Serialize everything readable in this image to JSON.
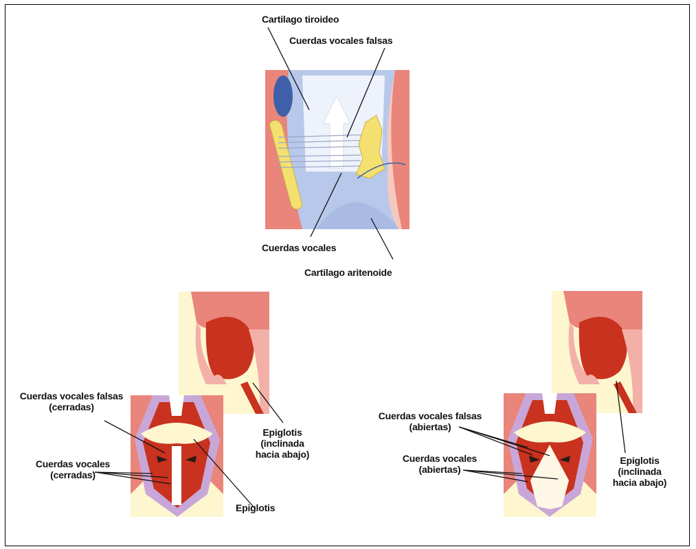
{
  "top_diagram": {
    "labels": {
      "thyroid_cartilage": "Cartilago tiroideo",
      "false_vocal_cords": "Cuerdas vocales falsas",
      "vocal_cords": "Cuerdas vocales",
      "arytenoid_cartilage": "Cartilago aritenoide"
    }
  },
  "left_diagram": {
    "labels": {
      "false_vocal_cords": "Cuerdas vocales falsas",
      "false_vocal_cords_state": "(cerradas)",
      "vocal_cords": "Cuerdas vocales",
      "vocal_cords_state": "(cerradas)",
      "epiglottis_side": "Epiglotis",
      "epiglottis_side_state_1": "(inclinada",
      "epiglottis_side_state_2": "hacia abajo)",
      "epiglottis": "Epiglotis"
    }
  },
  "right_diagram": {
    "labels": {
      "false_vocal_cords": "Cuerdas vocales falsas",
      "false_vocal_cords_state": "(abiertas)",
      "vocal_cords": "Cuerdas vocales",
      "vocal_cords_state": "(abiertas)",
      "epiglottis_side": "Epiglotis",
      "epiglottis_side_state_1": "(inclinada",
      "epiglottis_side_state_2": "hacia abajo)"
    }
  },
  "colors": {
    "flesh_pink": "#f3b0a8",
    "muscle_red": "#c8321e",
    "cartilage_blue": "#b8c8ea",
    "cartilage_yellow": "#f4e070",
    "membrane_lilac": "#c9a6d8",
    "pale_cream": "#fdf6cf"
  }
}
